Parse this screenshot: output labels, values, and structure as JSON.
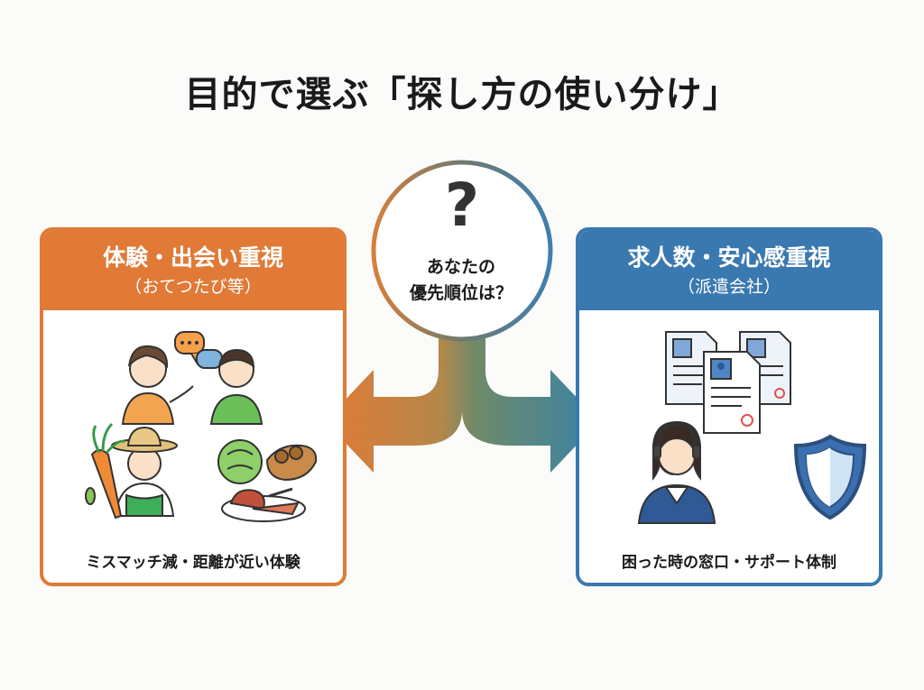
{
  "title": "目的で選ぶ「探し方の使い分け」",
  "center": {
    "question_mark": "?",
    "line1": "あなたの",
    "line2": "優先順位は？"
  },
  "left_card": {
    "title": "体験・出会い重視",
    "subtitle": "（おてつたび等）",
    "caption": "ミスマッチ減・距離が近い体験",
    "accent_color": "#e07a36"
  },
  "right_card": {
    "title": "求人数・安心感重視",
    "subtitle": "（派遣会社）",
    "caption": "困った時の窓口・サポート体制",
    "accent_color": "#3a78b0"
  },
  "icons": {
    "left": [
      "chat-bubble-icon",
      "talking-people-icon",
      "farmer-icon",
      "vegetables-icon",
      "food-plate-icon"
    ],
    "right": [
      "job-documents-icon",
      "support-operator-icon",
      "shield-icon"
    ]
  }
}
